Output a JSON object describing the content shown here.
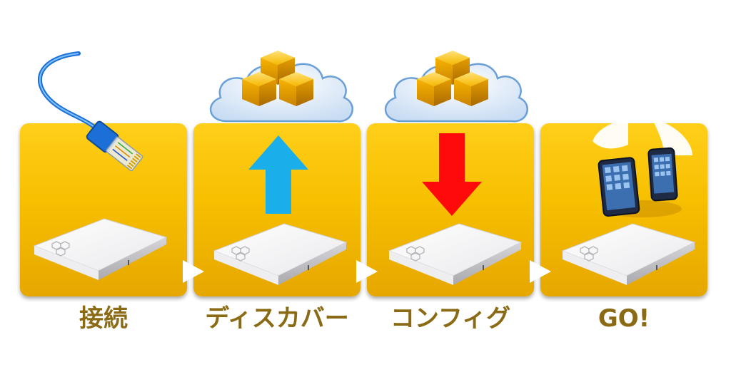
{
  "steps": [
    {
      "label": "接続",
      "icon": "ethernet-cable-icon"
    },
    {
      "label": "ディスカバー",
      "icon": "cloud-upload-icon"
    },
    {
      "label": "コンフィグ",
      "icon": "cloud-download-icon"
    },
    {
      "label": "GO!",
      "icon": "mobile-devices-icon"
    }
  ],
  "colors": {
    "panel": "#f7bf00",
    "label": "#8a6a14",
    "up_arrow": "#1aaeea",
    "down_arrow": "#ff0a0a",
    "cloud": "#d6e6f7",
    "hexagon": "#f4b400",
    "cable": "#1b6fd6"
  }
}
